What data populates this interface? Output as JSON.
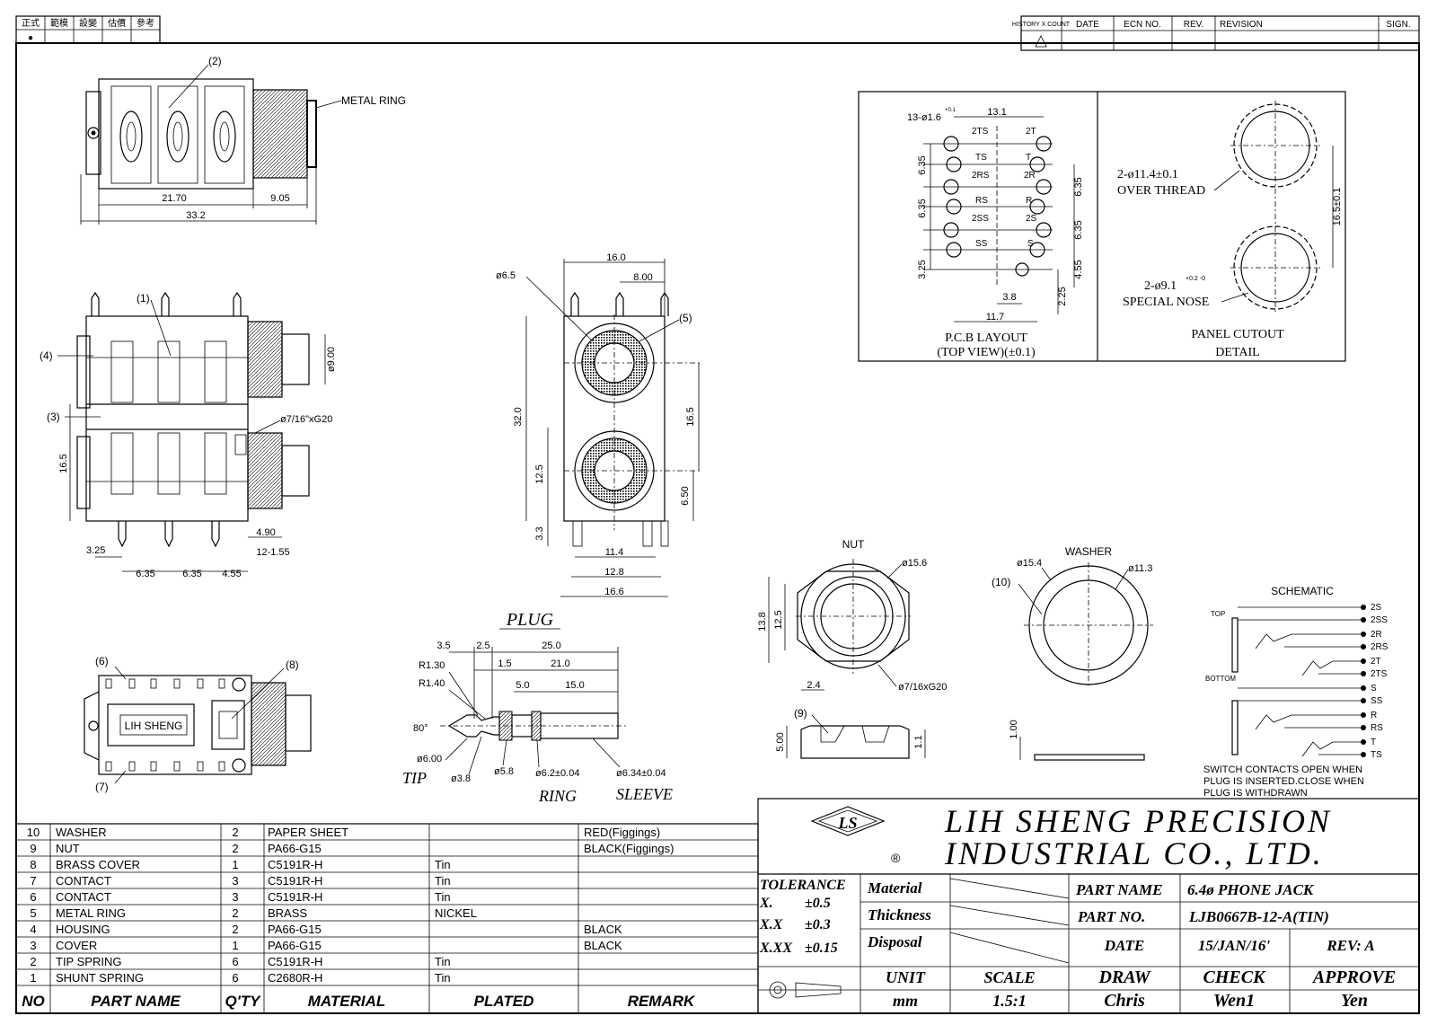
{
  "header_left": {
    "cells": [
      "正式",
      "範模",
      "設變",
      "估價",
      "參考"
    ],
    "marker": "●"
  },
  "revision_header": {
    "history_count": "HISTORY X COUNT",
    "date": "DATE",
    "ecn_no": "ECN NO.",
    "rev": "REV.",
    "revision": "REVISION",
    "sign": "SIGN."
  },
  "top_view": {
    "callout_2": "(2)",
    "metal_ring": "METAL RING",
    "dim_21_70": "21.70",
    "dim_9_05": "9.05",
    "dim_33_2": "33.2"
  },
  "side_view": {
    "callout_1": "(1)",
    "callout_3": "(3)",
    "callout_4": "(4)",
    "dim_9_00": "ø9.00",
    "thread": "ø7/16\"xG20",
    "dim_16_5": "16.5",
    "dim_3_25": "3.25",
    "dim_6_35a": "6.35",
    "dim_6_35b": "6.35",
    "dim_4_55": "4.55",
    "dim_4_90": "4.90",
    "dim_12_155": "12-1.55"
  },
  "front_view": {
    "dim_16_0": "16.0",
    "dim_8_00": "8.00",
    "dim_6_5": "ø6.5",
    "callout_5": "(5)",
    "dim_32_0": "32.0",
    "dim_16_5": "16.5",
    "dim_12_5": "12.5",
    "dim_6_50": "6.50",
    "dim_3_3": "3.3",
    "dim_11_4": "11.4",
    "dim_12_8": "12.8",
    "dim_16_6": "16.6"
  },
  "bottom_view": {
    "callout_6": "(6)",
    "callout_7": "(7)",
    "callout_8": "(8)",
    "marking": "LIH SHENG"
  },
  "plug": {
    "title": "PLUG",
    "d3_5": "3.5",
    "d2_5": "2.5",
    "d25_0": "25.0",
    "r1_30": "R1.30",
    "r1_40": "R1.40",
    "d1_5": "1.5",
    "d21_0": "21.0",
    "d5_0": "5.0",
    "d15_0": "15.0",
    "angle": "80°",
    "d6_00": "ø6.00",
    "d3_8": "ø3.8",
    "d5_8": "ø5.8",
    "d6_2": "ø6.2±0.04",
    "d6_34": "ø6.34±0.04",
    "tip": "TIP",
    "ring": "RING",
    "sleeve": "SLEEVE"
  },
  "pcb": {
    "holes": "13-ø1.6",
    "hole_tol": "+0.1",
    "d13_1": "13.1",
    "pins": [
      "2TS",
      "2T",
      "TS",
      "T",
      "2RS",
      "2R",
      "RS",
      "R",
      "2SS",
      "2S",
      "SS",
      "S"
    ],
    "d6_35a": "6.35",
    "d6_35b": "6.35",
    "d6_35c": "6.35",
    "d6_35d": "6.35",
    "d3_25": "3.25",
    "d4_55": "4.55",
    "d2_25": "2.25",
    "d3_8": "3.8",
    "d11_7": "11.7",
    "caption1": "P.C.B LAYOUT",
    "caption2": "(TOP VIEW)(±0.1)"
  },
  "panel": {
    "over_thread1": "2-ø11.4±0.1",
    "over_thread2": "OVER THREAD",
    "special1": "2-ø9.1",
    "special_tol": "+0.2 -0",
    "special2": "SPECIAL NOSE",
    "d16_5": "16.5±0.1",
    "caption1": "PANEL CUTOUT",
    "caption2": "DETAIL"
  },
  "nut": {
    "title": "NUT",
    "d15_6": "ø15.6",
    "d13_8": "13.8",
    "d12_5": "12.5",
    "d2_4": "2.4",
    "thread": "ø7/16xG20",
    "callout_9": "(9)",
    "d5_00": "5.00",
    "d1_1": "1.1"
  },
  "washer": {
    "title": "WASHER",
    "callout_10": "(10)",
    "d15_4": "ø15.4",
    "d11_3": "ø11.3",
    "d1_00": "1.00"
  },
  "schematic": {
    "title": "SCHEMATIC",
    "top": "TOP",
    "bottom": "BOTTOM",
    "pins": [
      "2S",
      "2SS",
      "2R",
      "2RS",
      "2T",
      "2TS",
      "S",
      "SS",
      "R",
      "RS",
      "T",
      "TS"
    ],
    "note1": "SWITCH CONTACTS OPEN WHEN",
    "note2": "PLUG IS INSERTED.CLOSE WHEN",
    "note3": "PLUG IS WITHDRAWN"
  },
  "bom": {
    "headers": [
      "NO",
      "PART NAME",
      "Q'TY",
      "MATERIAL",
      "PLATED",
      "REMARK"
    ],
    "rows": [
      [
        "10",
        "WASHER",
        "2",
        "PAPER SHEET",
        "",
        "RED(Figgings)"
      ],
      [
        "9",
        "NUT",
        "2",
        "PA66-G15",
        "",
        "BLACK(Figgings)"
      ],
      [
        "8",
        "BRASS COVER",
        "1",
        "C5191R-H",
        "Tin",
        ""
      ],
      [
        "7",
        "CONTACT",
        "3",
        "C5191R-H",
        "Tin",
        ""
      ],
      [
        "6",
        "CONTACT",
        "3",
        "C5191R-H",
        "Tin",
        ""
      ],
      [
        "5",
        "METAL RING",
        "2",
        "BRASS",
        "NICKEL",
        ""
      ],
      [
        "4",
        "HOUSING",
        "2",
        "PA66-G15",
        "",
        "BLACK"
      ],
      [
        "3",
        "COVER",
        "1",
        "PA66-G15",
        "",
        "BLACK"
      ],
      [
        "2",
        "TIP SPRING",
        "6",
        "C5191R-H",
        "Tin",
        ""
      ],
      [
        "1",
        "SHUNT SPRING",
        "6",
        "C2680R-H",
        "Tin",
        ""
      ]
    ]
  },
  "title_block": {
    "company1": "LIH SHENG PRECISION",
    "company2": "INDUSTRIAL CO., LTD.",
    "logo": "LS",
    "registered": "®",
    "tolerance": "TOLERANCE",
    "tol_x": "X.",
    "tol_x_v": "±0.5",
    "tol_xx": "X.X",
    "tol_xx_v": "±0.3",
    "tol_xxx": "X.XX",
    "tol_xxx_v": "±0.15",
    "material": "Material",
    "thickness": "Thickness",
    "disposal": "Disposal",
    "part_name_label": "PART NAME",
    "part_name": "6.4ø PHONE JACK",
    "part_no_label": "PART NO.",
    "part_no": "LJB0667B-12-A(TIN)",
    "date_label": "DATE",
    "date": "15/JAN/16'",
    "rev": "REV: A",
    "unit_label": "UNIT",
    "unit": "mm",
    "scale_label": "SCALE",
    "scale": "1.5:1",
    "draw_label": "DRAW",
    "draw": "Chris",
    "check_label": "CHECK",
    "check": "Wen1",
    "approve_label": "APPROVE",
    "approve": "Yen"
  }
}
